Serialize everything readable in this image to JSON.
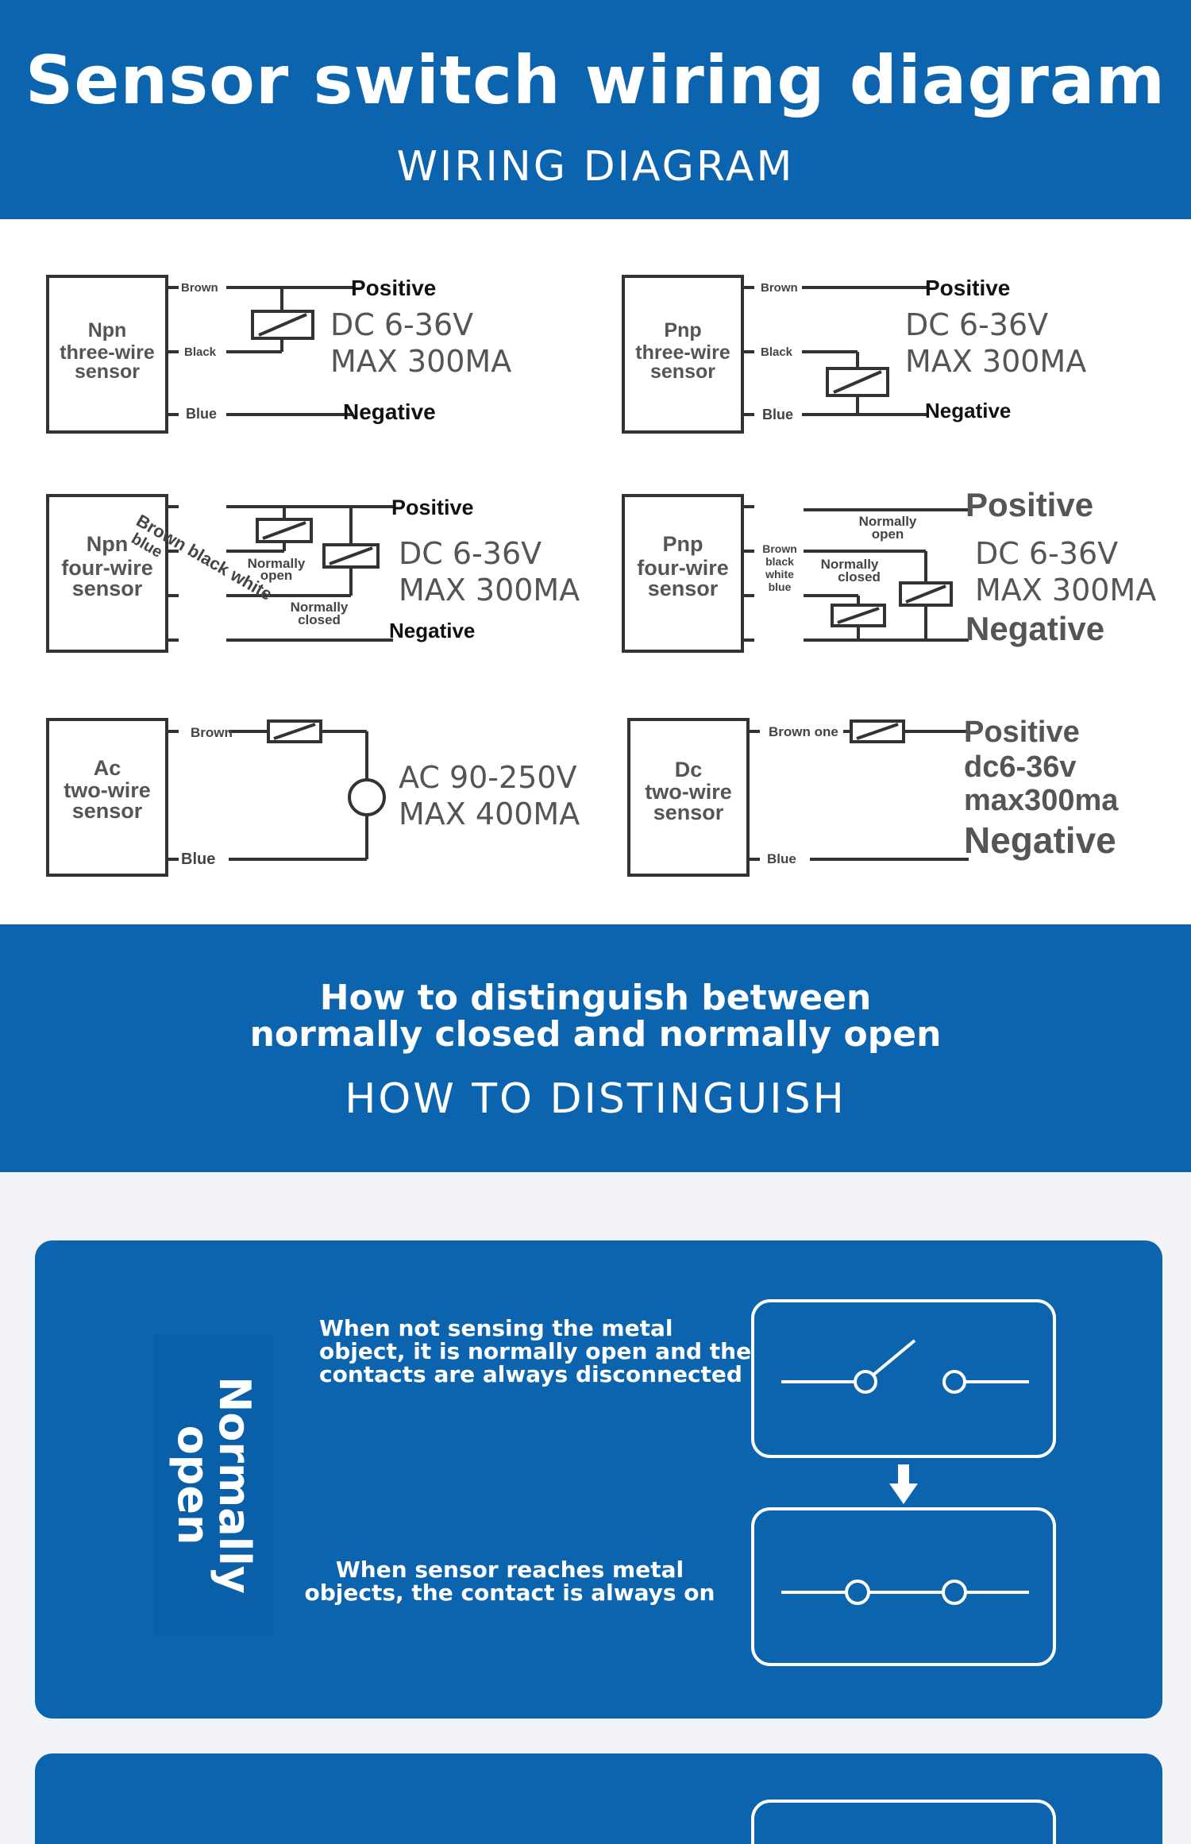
{
  "header": {
    "title": "Sensor switch wiring diagram",
    "subtitle": "WIRING DIAGRAM"
  },
  "diagrams": {
    "npn3": {
      "label_line1": "Npn",
      "label_line2": "three-wire",
      "label_line3": "sensor",
      "wire_brown": "Brown",
      "wire_black": "Black",
      "wire_blue": "Blue",
      "positive": "Positive",
      "spec1": "DC 6-36V",
      "spec2": "MAX 300MA",
      "negative": "Negative"
    },
    "pnp3": {
      "label_line1": "Pnp",
      "label_line2": "three-wire",
      "label_line3": "sensor",
      "wire_brown": "Brown",
      "wire_black": "Black",
      "wire_blue": "Blue",
      "positive": "Positive",
      "spec1": "DC 6-36V",
      "spec2": "MAX 300MA",
      "negative": "Negative"
    },
    "npn4": {
      "label_line1": "Npn",
      "label_line2": "four-wire",
      "label_line3": "sensor",
      "wires_line1": "Brown black white",
      "wires_line2": "blue",
      "no_line1": "Normally",
      "no_line2": "open",
      "nc_line1": "Normally",
      "nc_line2": "closed",
      "positive": "Positive",
      "spec1": "DC 6-36V",
      "spec2": "MAX 300MA",
      "negative": "Negative"
    },
    "pnp4": {
      "label_line1": "Pnp",
      "label_line2": "four-wire",
      "label_line3": "sensor",
      "wires_line1": "Brown",
      "wires_line2": "black",
      "wires_line3": "white",
      "wires_line4": "blue",
      "no_line1": "Normally",
      "no_line2": "open",
      "nc_line1": "Normally",
      "nc_line2": "closed",
      "positive": "Positive",
      "spec1": "DC 6-36V",
      "spec2": "MAX 300MA",
      "negative": "Negative"
    },
    "ac2": {
      "label_line1": "Ac",
      "label_line2": "two-wire",
      "label_line3": "sensor",
      "wire_brown": "Brown",
      "wire_blue": "Blue",
      "spec1": "AC 90-250V",
      "spec2": "MAX 400MA"
    },
    "dc2": {
      "label_line1": "Dc",
      "label_line2": "two-wire",
      "label_line3": "sensor",
      "wire_brown": "Brown one",
      "wire_blue": "Blue",
      "positive": "Positive",
      "spec1": "dc6-36v",
      "spec2": "max300ma",
      "negative": "Negative"
    }
  },
  "howto": {
    "title_line1": "How to distinguish between",
    "title_line2": "normally closed and normally open",
    "subtitle": "HOW TO DISTINGUISH"
  },
  "normally_open": {
    "label_line1": "Normally",
    "label_line2": "open",
    "text_not_sensing": "When not sensing the metal object, it is normally open and the contacts are always disconnected",
    "text_sensing": "When sensor reaches metal objects, the contact is always on"
  },
  "colors": {
    "brand_blue": "#0d64ae",
    "line": "#333333",
    "background": "#f1f3f7"
  }
}
